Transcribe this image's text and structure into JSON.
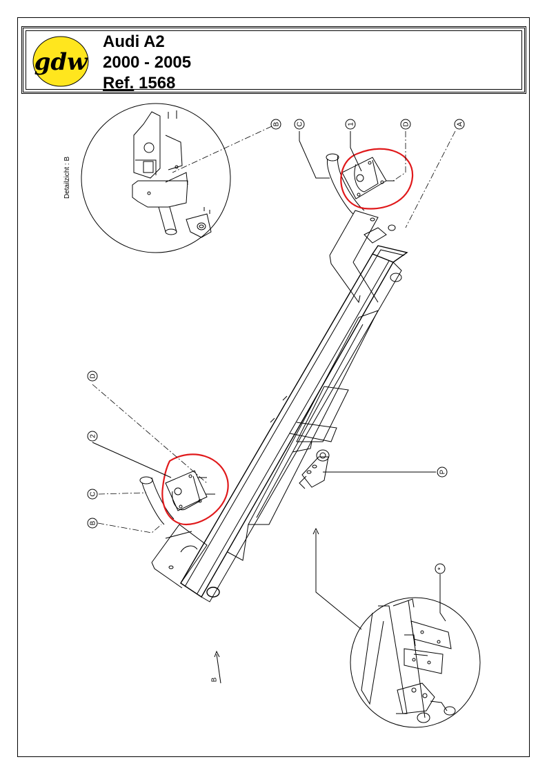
{
  "header": {
    "logo_text": "gdw",
    "model": "Audi A2",
    "years": "2000 - 2005",
    "ref_key": "Ref.",
    "ref_value": "1568"
  },
  "detail_caption": "Detailzicht : B",
  "callouts": {
    "b_top": "B",
    "c_top": "C",
    "one": "1",
    "d_top": "D",
    "a_top": "A",
    "d_left": "D",
    "two": "2",
    "c_left": "C",
    "b_left": "B",
    "p_right": "P",
    "star": "*",
    "view_b": "B"
  },
  "colors": {
    "line": "#000000",
    "highlight": "#e0191b",
    "logo_fill": "#ffe61e"
  }
}
